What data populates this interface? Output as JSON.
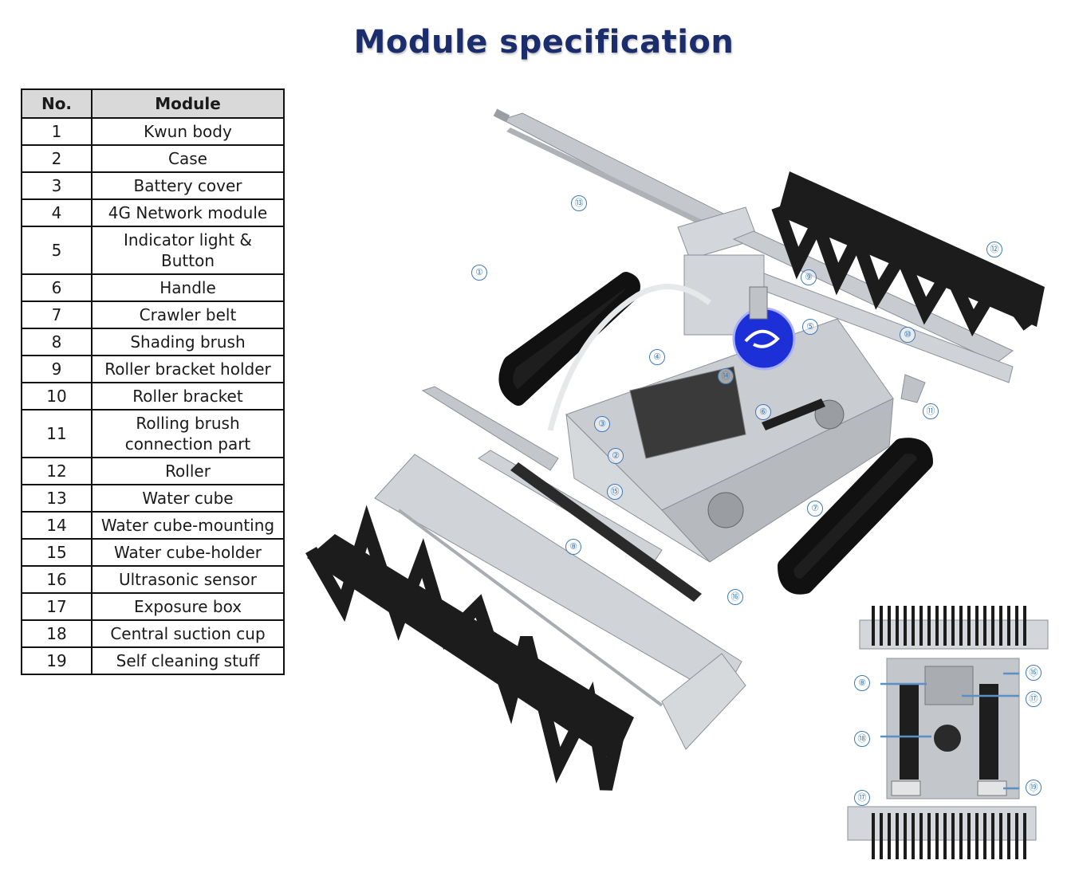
{
  "title": "Module specification",
  "table": {
    "headers": [
      "No.",
      "Module"
    ],
    "rows": [
      {
        "no": "1",
        "module": "Kwun body"
      },
      {
        "no": "2",
        "module": "Case"
      },
      {
        "no": "3",
        "module": "Battery cover"
      },
      {
        "no": "4",
        "module": "4G Network module"
      },
      {
        "no": "5",
        "module": "Indicator light &\nButton"
      },
      {
        "no": "6",
        "module": "Handle"
      },
      {
        "no": "7",
        "module": "Crawler belt"
      },
      {
        "no": "8",
        "module": "Shading brush"
      },
      {
        "no": "9",
        "module": "Roller bracket holder"
      },
      {
        "no": "10",
        "module": "Roller bracket"
      },
      {
        "no": "11",
        "module": "Rolling brush\nconnection part"
      },
      {
        "no": "12",
        "module": "Roller"
      },
      {
        "no": "13",
        "module": "Water cube"
      },
      {
        "no": "14",
        "module": "Water cube-mounting"
      },
      {
        "no": "15",
        "module": "Water cube-holder"
      },
      {
        "no": "16",
        "module": "Ultrasonic sensor"
      },
      {
        "no": "17",
        "module": "Exposure box"
      },
      {
        "no": "18",
        "module": "Central suction cup"
      },
      {
        "no": "19",
        "module": "Self cleaning stuff"
      }
    ]
  },
  "main_callouts": [
    "⑬",
    "①",
    "⑫",
    "⑨",
    "⑤",
    "⑩",
    "④",
    "⑭",
    "⑪",
    "③",
    "⑥",
    "②",
    "⑮",
    "⑦",
    "⑧",
    "⑯"
  ],
  "inset_callouts": [
    "⑧",
    "⑯",
    "⑰",
    "⑱",
    "⑰",
    "⑲"
  ],
  "colors": {
    "title": "#1b2d6b",
    "callout": "#3d7bb8",
    "table_header_bg": "#d9d9d9",
    "body_metal": "#c9ccd0",
    "brush": "#1c1c1c",
    "logo": "#1d2fd6"
  }
}
